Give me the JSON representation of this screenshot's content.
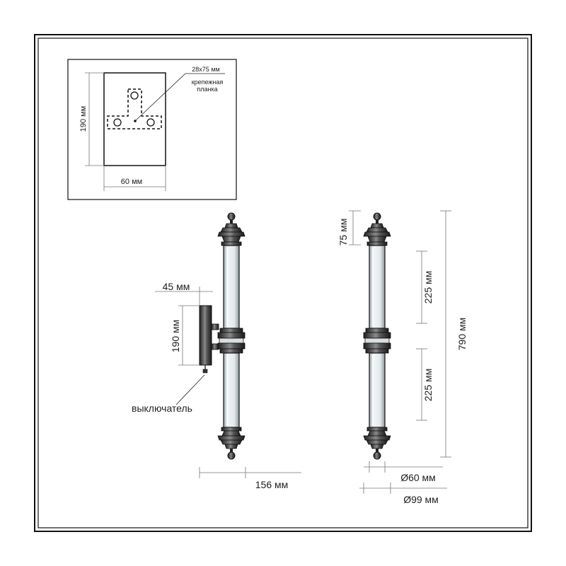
{
  "inset": {
    "plate_size": "28x75 мм",
    "plate_label_line1": "крепежная",
    "plate_label_line2": "планка",
    "height": "190 мм",
    "width": "60 мм"
  },
  "side_view": {
    "arm_offset": "45 мм",
    "bracket_height": "190 мм",
    "switch_label": "выключатель",
    "depth": "156 мм"
  },
  "front_view": {
    "finial_height": "75 мм",
    "upper_tube": "225 мм",
    "lower_tube": "225 мм",
    "total_height": "790 мм",
    "tube_diameter": "Ø60 мм",
    "max_diameter": "Ø99 мм"
  },
  "colors": {
    "line": "#222222",
    "frame": "#111111",
    "finish": "#3a3a3a",
    "glass": "#e9eef1"
  }
}
